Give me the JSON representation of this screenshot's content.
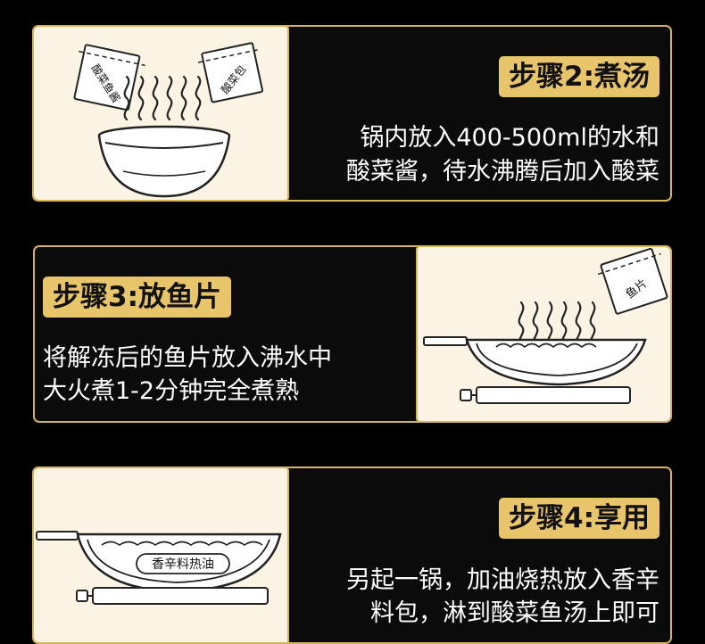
{
  "steps": [
    {
      "title": "步骤2:煮汤",
      "lines": [
        "锅内放入400-500ml的水和",
        "酸菜酱，待水沸腾后加入酸菜"
      ],
      "packets": [
        "酸菜鱼酱",
        "酸菜包"
      ]
    },
    {
      "title": "步骤3:放鱼片",
      "lines": [
        "将解冻后的鱼片放入沸水中",
        "大火煮1-2分钟完全煮熟"
      ],
      "packets": [
        "鱼片"
      ]
    },
    {
      "title": "步骤4:享用",
      "lines": [
        "另起一锅，加油烧热放入香辛",
        "料包，淋到酸菜鱼汤上即可"
      ],
      "packets": [
        "香辛料热油"
      ]
    }
  ],
  "colors": {
    "background": "#000000",
    "accent": "#e8c46a",
    "border": "#d7b45a",
    "illustration_bg": "#fbf4e4"
  }
}
